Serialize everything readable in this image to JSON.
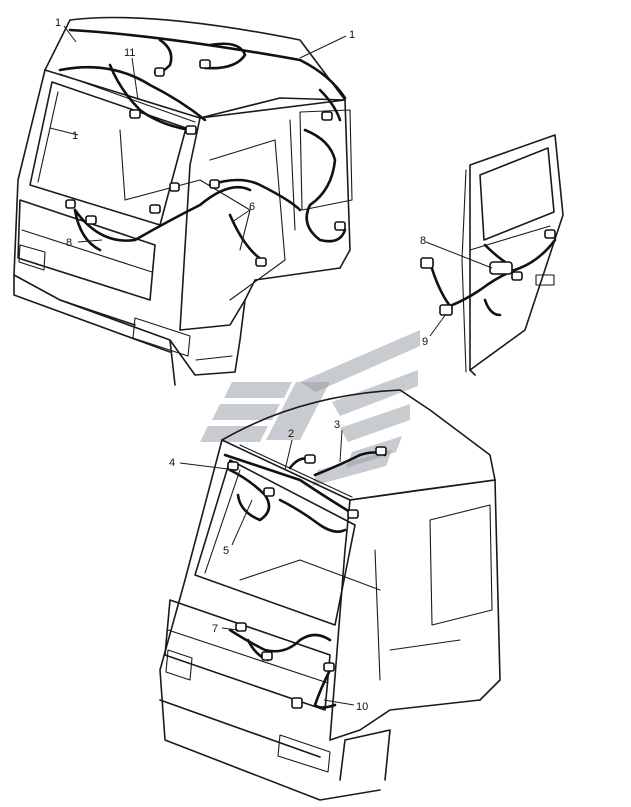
{
  "callouts": {
    "c1a": "1",
    "c1b": "1",
    "c1c": "1",
    "c11": "11",
    "c6": "6",
    "c8a": "8",
    "c8b": "8",
    "c9": "9",
    "c2": "2",
    "c3": "3",
    "c4": "4",
    "c5": "5",
    "c7": "7",
    "c10": "10"
  },
  "colors": {
    "ink": "#1a1a1a",
    "watermark": "#9aa0a8",
    "background": "#ffffff"
  }
}
